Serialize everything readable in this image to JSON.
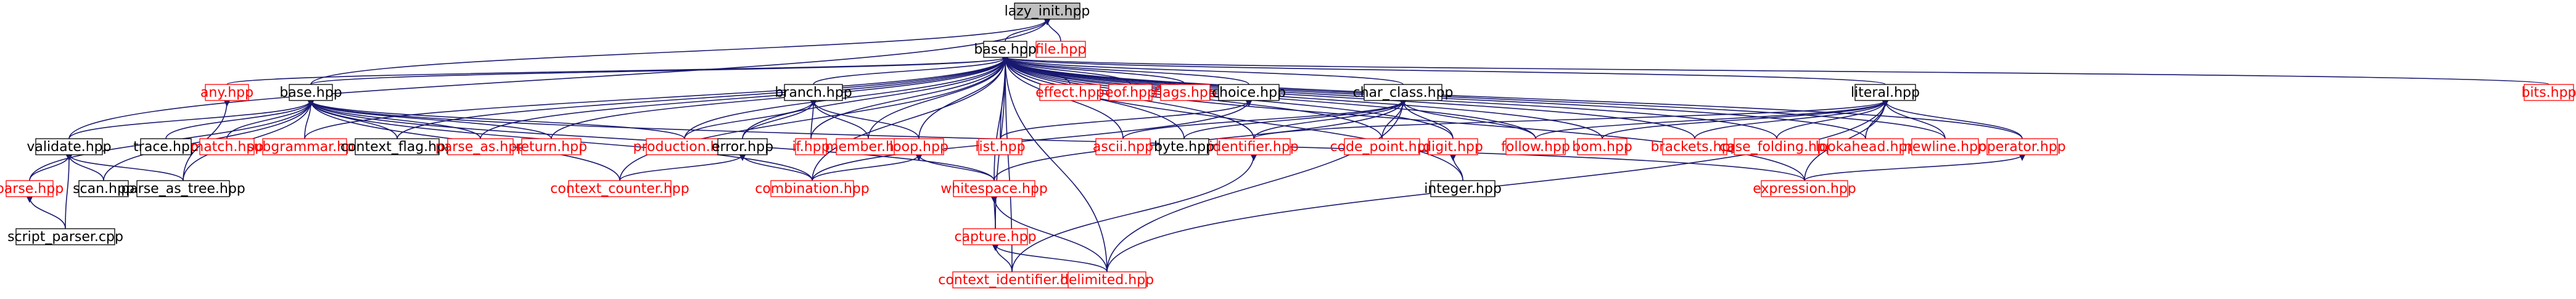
{
  "diagram": {
    "colors": {
      "edge": "#191970",
      "root_fill": "#bfbfbf",
      "internal_border": "#000000",
      "internal_text": "#000000",
      "external_border": "#ff0000",
      "external_text": "#ff0000"
    },
    "nodes": [
      {
        "id": "lazy_init",
        "label": "lazy_init.hpp",
        "kind": "root"
      },
      {
        "id": "base_top",
        "label": "base.hpp",
        "kind": "internal"
      },
      {
        "id": "file",
        "label": "file.hpp",
        "kind": "external"
      },
      {
        "id": "any",
        "label": "any.hpp",
        "kind": "external"
      },
      {
        "id": "base_mid",
        "label": "base.hpp",
        "kind": "internal"
      },
      {
        "id": "branch",
        "label": "branch.hpp",
        "kind": "internal"
      },
      {
        "id": "effect",
        "label": "effect.hpp",
        "kind": "external"
      },
      {
        "id": "eof",
        "label": "eof.hpp",
        "kind": "external"
      },
      {
        "id": "flags",
        "label": "flags.hpp",
        "kind": "external"
      },
      {
        "id": "choice",
        "label": "choice.hpp",
        "kind": "internal"
      },
      {
        "id": "char_class",
        "label": "char_class.hpp",
        "kind": "internal"
      },
      {
        "id": "literal",
        "label": "literal.hpp",
        "kind": "internal"
      },
      {
        "id": "bits",
        "label": "bits.hpp",
        "kind": "external"
      },
      {
        "id": "validate",
        "label": "validate.hpp",
        "kind": "internal"
      },
      {
        "id": "trace",
        "label": "trace.hpp",
        "kind": "internal"
      },
      {
        "id": "match",
        "label": "match.hpp",
        "kind": "external"
      },
      {
        "id": "subgrammar",
        "label": "subgrammar.hpp",
        "kind": "external"
      },
      {
        "id": "context_flag",
        "label": "context_flag.hpp",
        "kind": "internal"
      },
      {
        "id": "parse_as",
        "label": "parse_as.hpp",
        "kind": "external"
      },
      {
        "id": "return",
        "label": "return.hpp",
        "kind": "external"
      },
      {
        "id": "production",
        "label": "production.hpp",
        "kind": "external"
      },
      {
        "id": "error",
        "label": "error.hpp",
        "kind": "internal"
      },
      {
        "id": "if",
        "label": "if.hpp",
        "kind": "external"
      },
      {
        "id": "member",
        "label": "member.hpp",
        "kind": "external"
      },
      {
        "id": "loop",
        "label": "loop.hpp",
        "kind": "external"
      },
      {
        "id": "list",
        "label": "list.hpp",
        "kind": "external"
      },
      {
        "id": "ascii",
        "label": "ascii.hpp",
        "kind": "external"
      },
      {
        "id": "byte",
        "label": "byte.hpp",
        "kind": "internal"
      },
      {
        "id": "identifier",
        "label": "identifier.hpp",
        "kind": "external"
      },
      {
        "id": "code_point",
        "label": "code_point.hpp",
        "kind": "external"
      },
      {
        "id": "digit",
        "label": "digit.hpp",
        "kind": "external"
      },
      {
        "id": "follow",
        "label": "follow.hpp",
        "kind": "external"
      },
      {
        "id": "bom",
        "label": "bom.hpp",
        "kind": "external"
      },
      {
        "id": "brackets",
        "label": "brackets.hpp",
        "kind": "external"
      },
      {
        "id": "case_folding",
        "label": "case_folding.hpp",
        "kind": "external"
      },
      {
        "id": "lookahead",
        "label": "lookahead.hpp",
        "kind": "external"
      },
      {
        "id": "newline",
        "label": "newline.hpp",
        "kind": "external"
      },
      {
        "id": "operator",
        "label": "operator.hpp",
        "kind": "external"
      },
      {
        "id": "parse",
        "label": "parse.hpp",
        "kind": "external"
      },
      {
        "id": "scan",
        "label": "scan.hpp",
        "kind": "internal"
      },
      {
        "id": "parse_as_tree",
        "label": "parse_as_tree.hpp",
        "kind": "internal"
      },
      {
        "id": "context_counter",
        "label": "context_counter.hpp",
        "kind": "external"
      },
      {
        "id": "combination",
        "label": "combination.hpp",
        "kind": "external"
      },
      {
        "id": "whitespace",
        "label": "whitespace.hpp",
        "kind": "external"
      },
      {
        "id": "integer",
        "label": "integer.hpp",
        "kind": "internal"
      },
      {
        "id": "expression",
        "label": "expression.hpp",
        "kind": "external"
      },
      {
        "id": "script_parser",
        "label": "script_parser.cpp",
        "kind": "internal"
      },
      {
        "id": "capture",
        "label": "capture.hpp",
        "kind": "external"
      },
      {
        "id": "context_identifier",
        "label": "context_identifier.hpp",
        "kind": "external"
      },
      {
        "id": "delimited",
        "label": "delimited.hpp",
        "kind": "external"
      }
    ]
  }
}
